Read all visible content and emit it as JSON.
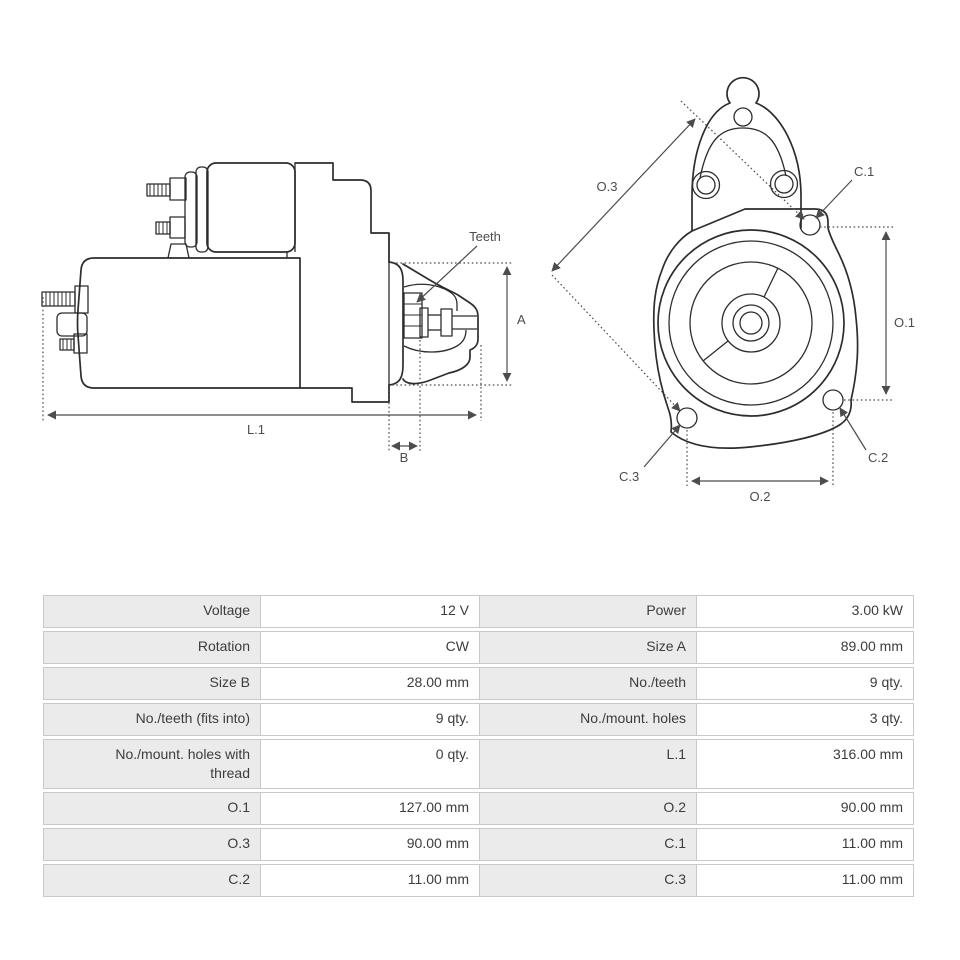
{
  "diagram": {
    "side_view": {
      "labels": {
        "teeth": "Teeth",
        "a": "A",
        "l1": "L.1",
        "b": "B"
      }
    },
    "front_view": {
      "labels": {
        "o3": "O.3",
        "c1": "C.1",
        "o1": "O.1",
        "c2": "C.2",
        "c3": "C.3",
        "o2": "O.2"
      }
    },
    "line_color": "#2d2d2d",
    "dim_color": "#4c4c4c"
  },
  "spec_table": {
    "colors": {
      "label_bg": "#ebebeb",
      "border": "#c9c9c9",
      "text": "#3c3c3c"
    },
    "rows": [
      [
        "Voltage",
        "12 V",
        "Power",
        "3.00 kW"
      ],
      [
        "Rotation",
        "CW",
        "Size A",
        "89.00 mm"
      ],
      [
        "Size B",
        "28.00 mm",
        "No./teeth",
        "9 qty."
      ],
      [
        "No./teeth (fits into)",
        "9 qty.",
        "No./mount. holes",
        "3 qty."
      ],
      [
        "No./mount. holes with thread",
        "0 qty.",
        "L.1",
        "316.00 mm"
      ],
      [
        "O.1",
        "127.00 mm",
        "O.2",
        "90.00 mm"
      ],
      [
        "O.3",
        "90.00 mm",
        "C.1",
        "11.00 mm"
      ],
      [
        "C.2",
        "11.00 mm",
        "C.3",
        "11.00 mm"
      ]
    ]
  }
}
